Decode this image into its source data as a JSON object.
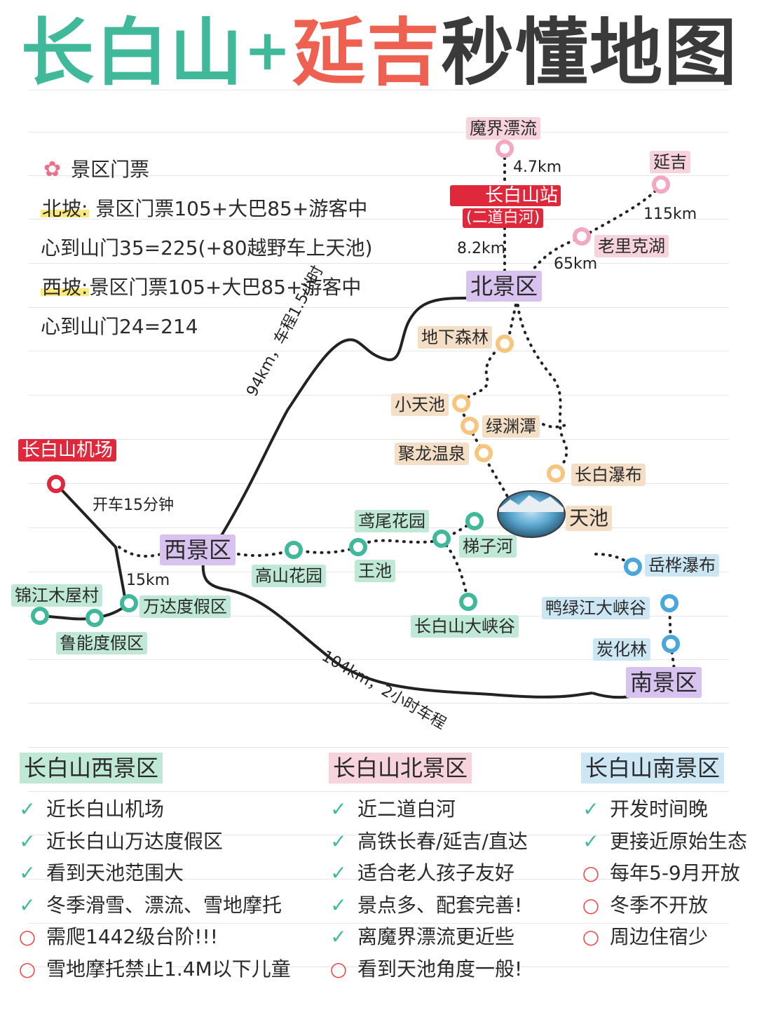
{
  "title": {
    "part1": "长白山",
    "plus": "+",
    "part2": "延吉",
    "part3": "秒懂地图"
  },
  "info": {
    "flower_label": "景区门票",
    "north_label": "北坡:",
    "north_line1": " 景区门票105+大巴85+游客中",
    "north_line2": "心到山门35=225(+80越野车上天池)",
    "west_label": "西坡:",
    "west_line1": "景区门票105+大巴85+游客中",
    "west_line2": "心到山门24=214"
  },
  "map": {
    "areas": {
      "north": "北景区",
      "west": "西景区",
      "south": "南景区"
    },
    "airport": "长白山机场",
    "station": "长白山站",
    "station_sub": "(二道白河)",
    "distances": {
      "mojie": "4.7km",
      "station_north": "8.2km",
      "yanji": "115km",
      "laoli": "65km",
      "west_north": "94km，车程1.5小时",
      "airport_drive": "开车15分钟",
      "wanda": "15km",
      "west_south": "104km，2小时车程"
    },
    "places": {
      "mojie": "魔界漂流",
      "yanji": "延吉",
      "laoli": "老里克湖",
      "forest": "地下森林",
      "xiaotianchi": "小天池",
      "lvyuan": "绿渊潭",
      "julong": "聚龙温泉",
      "waterfall": "长白瀑布",
      "tianchi": "天池",
      "yuanwei": "鸢尾花园",
      "tizi": "梯子河",
      "gaoshan": "高山花园",
      "wangchi": "王池",
      "canyon": "长白山大峡谷",
      "jinjiang": "锦江木屋村",
      "wanda": "万达度假区",
      "luneng": "鲁能度假区",
      "yuehua": "岳桦瀑布",
      "yalu": "鸭绿江大峡谷",
      "tanhua": "炭化林"
    }
  },
  "compare": [
    {
      "title": "长白山西景区",
      "color": "#bfe8d6",
      "items": [
        {
          "ok": true,
          "text": "近长白山机场"
        },
        {
          "ok": true,
          "text": "近长白山万达度假区"
        },
        {
          "ok": true,
          "text": "看到天池范围大"
        },
        {
          "ok": true,
          "text": "冬季滑雪、漂流、雪地摩托"
        },
        {
          "ok": false,
          "text": "需爬1442级台阶!!!"
        },
        {
          "ok": false,
          "text": "雪地摩托禁止1.4M以下儿童"
        }
      ]
    },
    {
      "title": "长白山北景区",
      "color": "#f7d3dd",
      "items": [
        {
          "ok": true,
          "text": "近二道白河"
        },
        {
          "ok": true,
          "text": "高铁长春/延吉/直达"
        },
        {
          "ok": true,
          "text": "适合老人孩子友好"
        },
        {
          "ok": true,
          "text": "景点多、配套完善!"
        },
        {
          "ok": true,
          "text": "离魔界漂流更近些"
        },
        {
          "ok": false,
          "text": "看到天池角度一般!"
        }
      ]
    },
    {
      "title": "长白山南景区",
      "color": "#cce6f3",
      "items": [
        {
          "ok": true,
          "text": "开发时间晚"
        },
        {
          "ok": true,
          "text": "更接近原始生态"
        },
        {
          "ok": false,
          "text": "每年5-9月开放"
        },
        {
          "ok": false,
          "text": "冬季不开放"
        },
        {
          "ok": false,
          "text": "周边住宿少"
        }
      ]
    }
  ]
}
